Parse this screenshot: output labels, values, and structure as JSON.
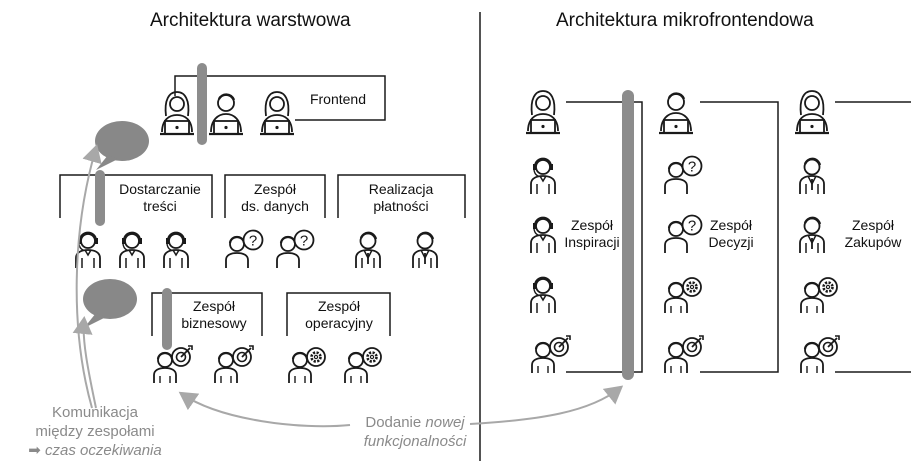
{
  "diagram": {
    "left_title": "Architektura warstwowa",
    "right_title": "Architektura mikrofrontendowa",
    "layered_teams": {
      "frontend": "Frontend",
      "content": [
        "Dostarczanie",
        "treści"
      ],
      "data": [
        "Zespół",
        "ds. danych"
      ],
      "payments": [
        "Realizacja",
        "płatności"
      ],
      "business": [
        "Zespół",
        "biznesowy"
      ],
      "operations": [
        "Zespół",
        "operacyjny"
      ]
    },
    "micro_teams": {
      "inspiration": [
        "Zespół",
        "Inspiracji"
      ],
      "decision": [
        "Zespół",
        "Decyzji"
      ],
      "purchase": [
        "Zespół",
        "Zakupów"
      ]
    },
    "communication_note": {
      "line1": "Komunikacja",
      "line2": "między zespołami",
      "arrow_glyph": "➡",
      "legend": "czas oczekiwania"
    },
    "feature_note": {
      "plain": "Dodanie",
      "italic": "nowej",
      "line2": "funkcjonalności"
    },
    "colors": {
      "line": "#1a1a1a",
      "bar": "#8c8c8c",
      "bubble": "#888888",
      "arrow": "#a8a8a8",
      "note_text": "#8a8a8a"
    },
    "icons": [
      "laptop-person-icon",
      "headset-person-icon",
      "question-person-icon",
      "suit-person-icon",
      "target-person-icon",
      "gear-person-icon",
      "speech-bubble-icon"
    ]
  }
}
